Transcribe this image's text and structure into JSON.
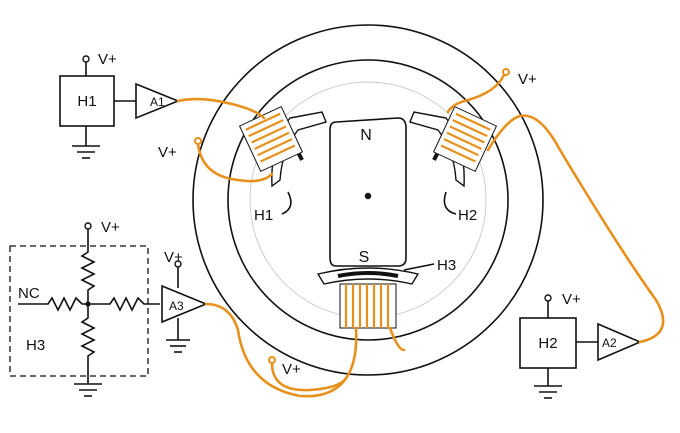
{
  "labels": {
    "vplus": "V+",
    "h1_box": "H1",
    "h2_box": "H2",
    "h3_box": "H3",
    "nc": "NC",
    "amp_a1": "A1",
    "amp_a2": "A2",
    "amp_a3": "A3",
    "pole_n": "N",
    "pole_s": "S",
    "sensor_h1": "H1",
    "sensor_h2": "H2",
    "sensor_h3": "H3"
  },
  "colors": {
    "wire": "#e8901c",
    "line": "#111111",
    "background": "#ffffff"
  }
}
